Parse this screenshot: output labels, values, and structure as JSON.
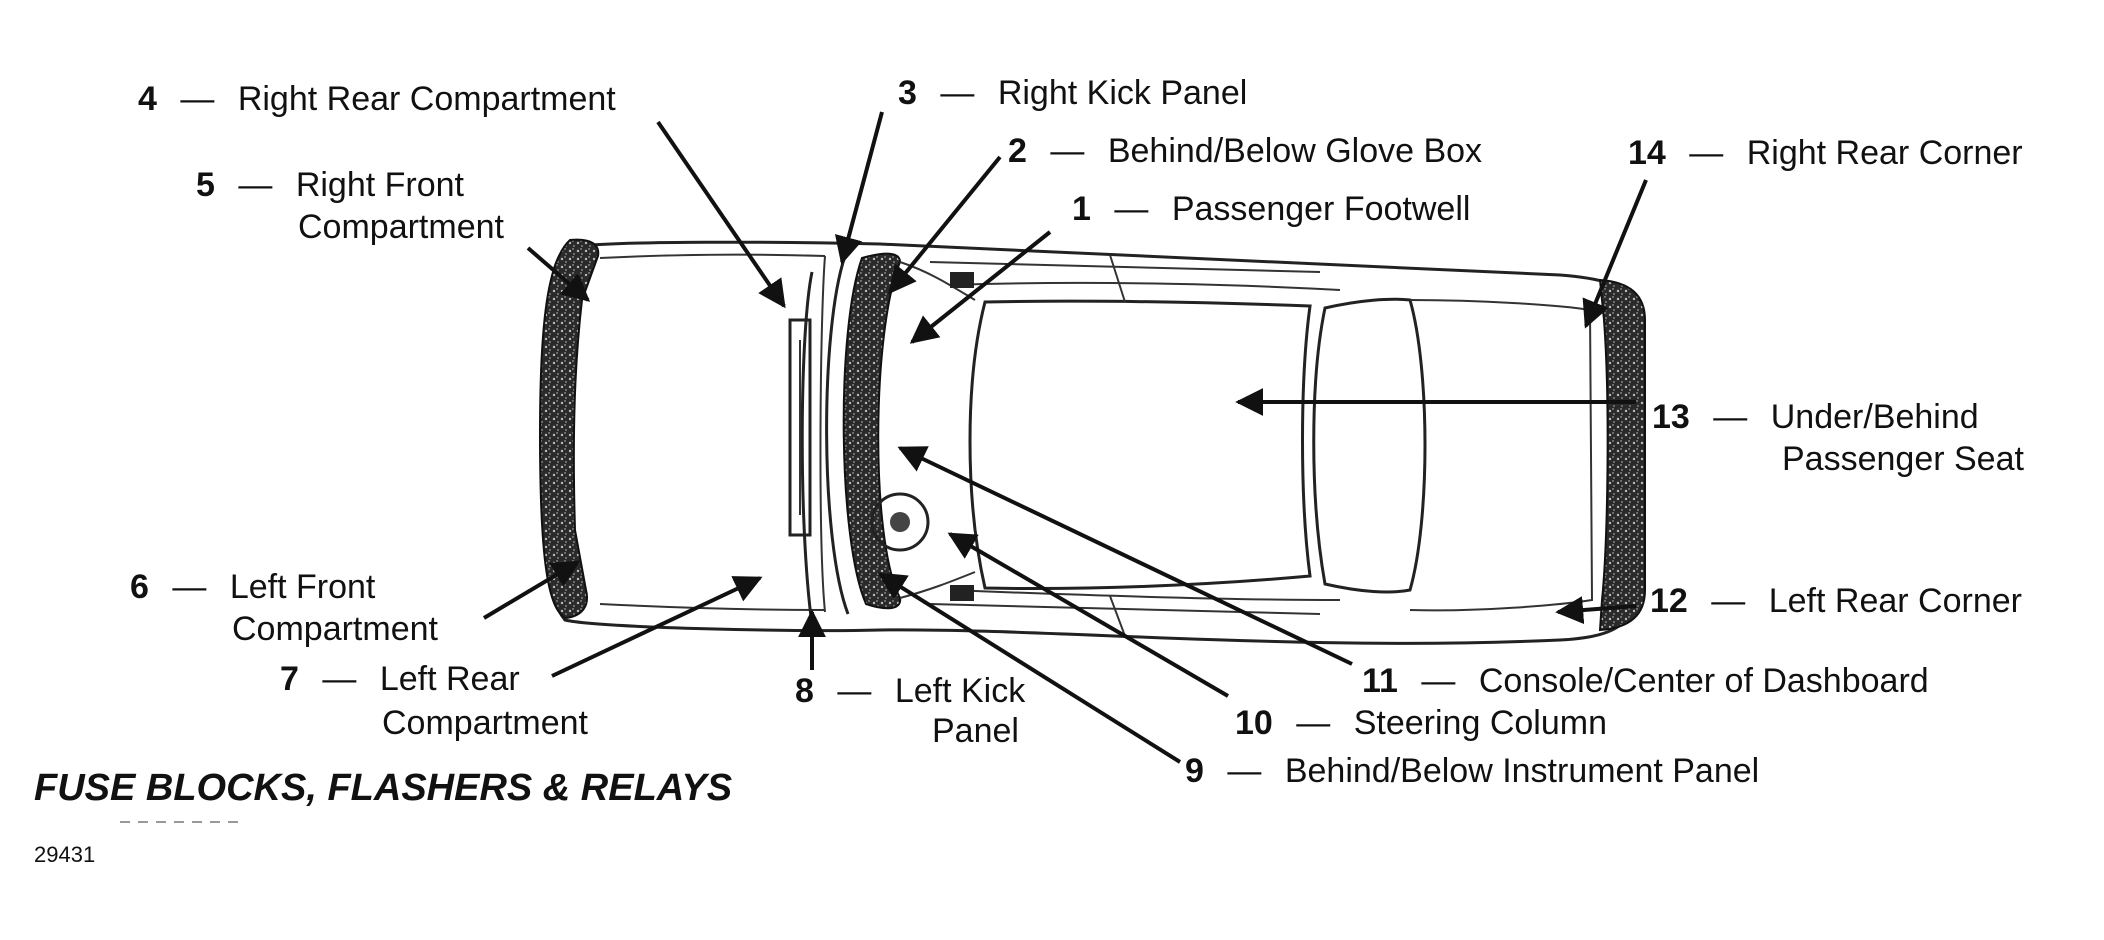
{
  "callouts": [
    {
      "number": "1",
      "text": "Passenger Footwell"
    },
    {
      "number": "2",
      "text": "Behind/Below Glove Box"
    },
    {
      "number": "3",
      "text": "Right Kick Panel"
    },
    {
      "number": "4",
      "text": "Right Rear Compartment"
    },
    {
      "number": "5",
      "line1": "Right Front",
      "line2": "Compartment"
    },
    {
      "number": "6",
      "line1": "Left Front",
      "line2": "Compartment"
    },
    {
      "number": "7",
      "line1": "Left Rear",
      "line2": "Compartment"
    },
    {
      "number": "8",
      "line1": "Left Kick",
      "line2": "Panel"
    },
    {
      "number": "9",
      "text": "Behind/Below Instrument Panel"
    },
    {
      "number": "10",
      "text": "Steering Column"
    },
    {
      "number": "11",
      "text": "Console/Center of Dashboard"
    },
    {
      "number": "12",
      "text": "Left Rear Corner"
    },
    {
      "number": "13",
      "line1": "Under/Behind",
      "line2": "Passenger Seat"
    },
    {
      "number": "14",
      "text": "Right Rear Corner"
    }
  ],
  "dash": "—",
  "title": "FUSE BLOCKS, FLASHERS & RELAYS",
  "figure_code": "29431"
}
